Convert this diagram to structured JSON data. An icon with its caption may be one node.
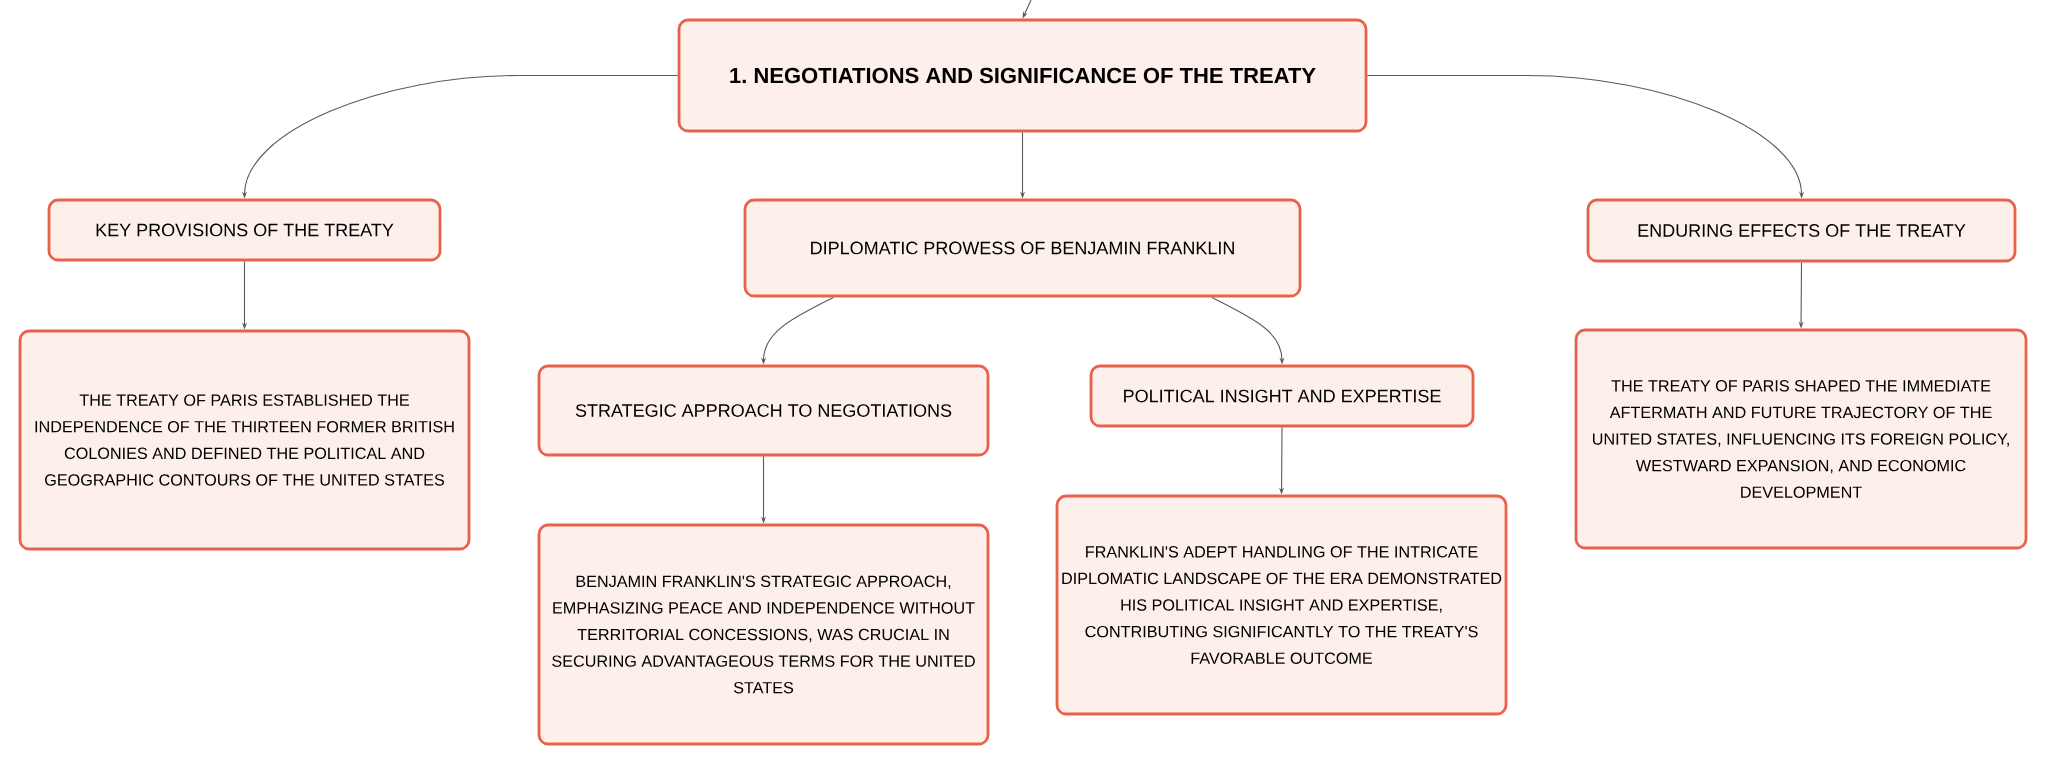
{
  "diagram": {
    "nodes": [
      {
        "text": [
          "1. NEGOTIATIONS AND SIGNIFICANCE OF THE TREATY"
        ]
      },
      {
        "text": [
          "KEY PROVISIONS OF THE TREATY"
        ]
      },
      {
        "text": [
          "DIPLOMATIC PROWESS OF BENJAMIN FRANKLIN"
        ]
      },
      {
        "text": [
          "ENDURING EFFECTS OF THE TREATY"
        ]
      },
      {
        "text": [
          "THE TREATY OF PARIS ESTABLISHED THE INDEPENDENCE OF THE THIRTEEN FORMER BRITISH COLONIES AND DEFINED THE POLITICAL AND GEOGRAPHIC CONTOURS OF THE UNITED STATES"
        ]
      },
      {
        "text": [
          "STRATEGIC APPROACH TO NEGOTIATIONS"
        ]
      },
      {
        "text": [
          "POLITICAL INSIGHT AND EXPERTISE"
        ]
      },
      {
        "text": [
          "THE TREATY OF PARIS SHAPED THE IMMEDIATE AFTERMATH AND FUTURE TRAJECTORY OF THE UNITED STATES, INFLUENCING ITS FOREIGN POLICY, WESTWARD EXPANSION, AND ECONOMIC DEVELOPMENT"
        ]
      },
      {
        "text": [
          "BENJAMIN FRANKLIN'S STRATEGIC APPROACH, EMPHASIZING PEACE AND INDEPENDENCE WITHOUT TERRITORIAL CONCESSIONS, WAS CRUCIAL IN SECURING ADVANTAGEOUS TERMS FOR THE UNITED STATES"
        ]
      },
      {
        "text": [
          "FRANKLIN'S ADEPT HANDLING OF THE INTRICATE DIPLOMATIC LANDSCAPE OF THE ERA DEMONSTRATED HIS POLITICAL INSIGHT AND EXPERTISE, CONTRIBUTING SIGNIFICANTLY TO THE TREATY'S FAVORABLE OUTCOME"
        ]
      }
    ],
    "edges": [
      {
        "from": null,
        "to": 0,
        "arrow": "to"
      },
      {
        "from": 0,
        "to": 1,
        "arrow": "to"
      },
      {
        "from": 0,
        "to": 2,
        "arrow": "to"
      },
      {
        "from": 0,
        "to": 3,
        "arrow": "to"
      },
      {
        "from": 1,
        "to": 4,
        "arrow": "to"
      },
      {
        "from": 2,
        "to": 5,
        "arrow": "to"
      },
      {
        "from": 2,
        "to": 6,
        "arrow": "to"
      },
      {
        "from": 3,
        "to": 7,
        "arrow": "to"
      },
      {
        "from": 5,
        "to": 8,
        "arrow": "to"
      },
      {
        "from": 6,
        "to": 9,
        "arrow": "to"
      }
    ]
  }
}
